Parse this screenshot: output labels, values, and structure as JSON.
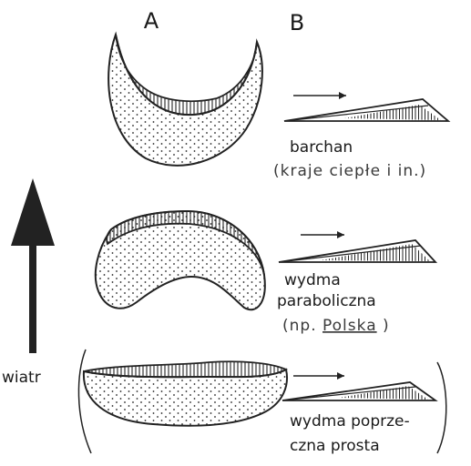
{
  "columns": {
    "a": "A",
    "b": "B"
  },
  "wind": {
    "label": "wiatr"
  },
  "dunes": [
    {
      "name_lines": [
        "barchan"
      ],
      "note": "(kraje ciepłe i in.)"
    },
    {
      "name_lines": [
        "wydma",
        "paraboliczna"
      ],
      "note_prefix": "(np.",
      "note_place": "Polska",
      "note_suffix": ")"
    },
    {
      "name_lines": [
        "wydma poprze-",
        "czna prosta"
      ]
    }
  ]
}
